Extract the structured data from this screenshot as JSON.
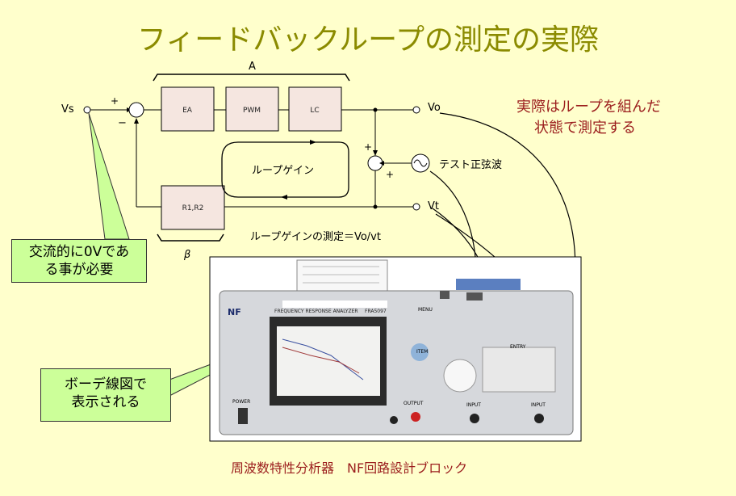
{
  "title": "フィードバックループの測定の実際",
  "diagram": {
    "label_A": "A",
    "label_beta": "β",
    "label_vs": "Vs",
    "label_vo": "Vo",
    "label_vt": "Vt",
    "plus": "+",
    "minus": "−",
    "block_ea": "EA",
    "block_pwm": "PWM",
    "block_lc": "LC",
    "block_r": "R1,R2",
    "loop_gain": "ループゲイン",
    "test_sine": "テスト正弦波",
    "measure_formula": "ループゲインの測定＝Vo/vt"
  },
  "notes": {
    "actual_line1": "実際はループを組んだ",
    "actual_line2": "状態で測定する",
    "ac_line1": "交流的に0Vであ",
    "ac_line2": "る事が必要",
    "bode_line1": "ボーデ線図で",
    "bode_line2": "表示される"
  },
  "instrument": {
    "brand": "NF",
    "analyzer": "FREQUENCY RESPONSE ANALYZER",
    "model": "FRA5097",
    "power": "POWER",
    "output": "OUTPUT",
    "input1": "INPUT",
    "input2": "INPUT",
    "menu": "MENU",
    "item": "ITEM",
    "entry": "ENTRY"
  },
  "caption": "周波数特性分析器　NF回路設計ブロック",
  "colors": {
    "title": "#8b8b00",
    "note_red": "#9b1d1d",
    "callout_bg": "#ccff99",
    "block_fill": "#f5e6e0"
  }
}
